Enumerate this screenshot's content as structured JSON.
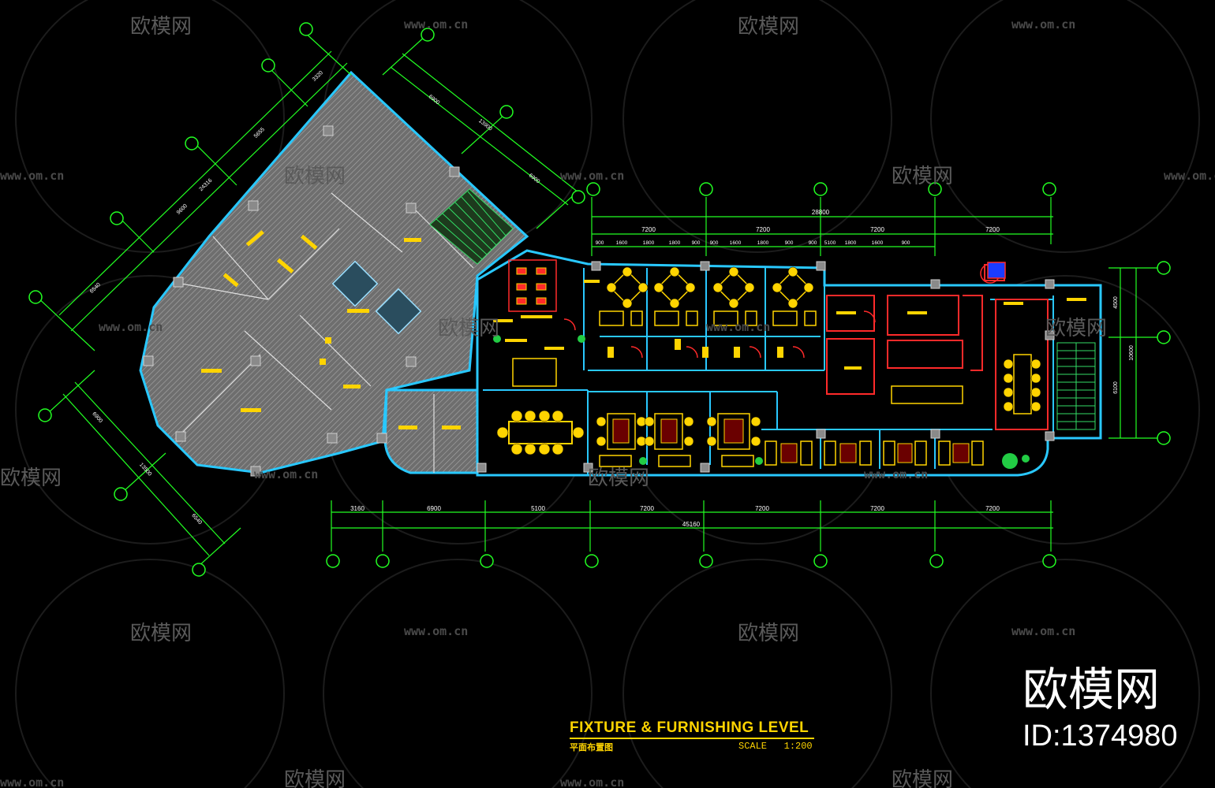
{
  "drawing": {
    "title": "FIXTURE & FURNISHING LEVEL",
    "subtitle_cn": "平面布置图",
    "scale_label": "SCALE",
    "scale_value": "1:200"
  },
  "watermark": {
    "logo_text": "欧模网",
    "url_text": "www.om.cn",
    "id_label": "ID:1374980"
  },
  "dimensions": {
    "bottom_chain": [
      "3160",
      "6900",
      "5100",
      "7200",
      "7200",
      "7200",
      "7200"
    ],
    "bottom_total": "45160",
    "top_total": "28800",
    "top_chain": [
      "7200",
      "7200",
      "7200",
      "7200"
    ],
    "top_sub_chain": [
      "900",
      "1600",
      "1800",
      "1800",
      "900",
      "900",
      "1600",
      "1800",
      "900",
      "900",
      "5100",
      "1800",
      "1600",
      "900"
    ],
    "right_chain": [
      "4500",
      "6100"
    ],
    "right_total": "10600",
    "diag_left_upper": [
      "3320",
      "5655",
      "24316",
      "9600",
      "6540"
    ],
    "diag_left_lower": [
      "6900",
      "13500",
      "6540"
    ],
    "diag_right": [
      "6900",
      "13900",
      "6900"
    ]
  },
  "colors": {
    "background": "#000000",
    "dimension": "#22ff22",
    "wall": "#29c8ff",
    "furniture": "#ffd400",
    "furniture_accent": "#ff2a2a",
    "hatch": "#8c8c8c",
    "title": "#ffd400",
    "grid_circle": "#22ff22"
  }
}
